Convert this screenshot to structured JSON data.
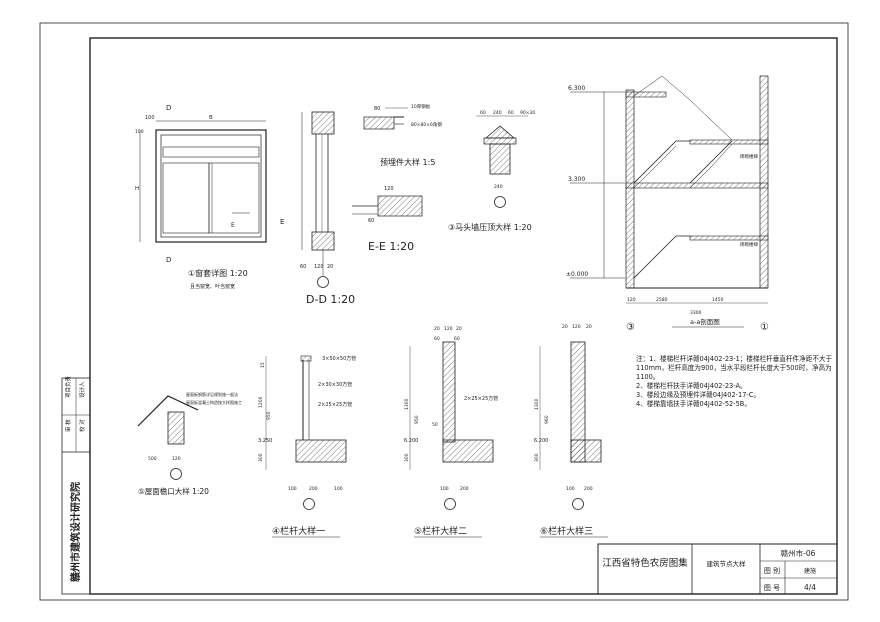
{
  "sheet": {
    "company": "赣州市建筑设计研究院",
    "roles": [
      "项目负责",
      "审 核",
      "设计人",
      "校 对"
    ],
    "atlas_title": "江西省特色农房图集",
    "drawing_title": "建筑节点大样",
    "code_label": "赣州市-06",
    "category_label": "图 别",
    "category_value": "建施",
    "number_label": "图 号",
    "number_value": "4/4"
  },
  "details": {
    "window": {
      "title": "①窗套详图 1:20",
      "note": "且当窗宽、叶当窗宽",
      "dim_top": "100",
      "dim_w": "B",
      "dim_h": "H",
      "dim_side": "100",
      "cut": "E",
      "section": "D"
    },
    "dd": {
      "title": "D-D 1:20",
      "dims": [
        "60",
        "120",
        "20"
      ]
    },
    "embed": {
      "title": "预埋件大样 1:5",
      "dims": [
        "80",
        "10厚钢板",
        "80×80×6角钢"
      ]
    },
    "ee": {
      "title": "E-E 1:20",
      "dims": [
        "120",
        "60"
      ]
    },
    "horsehead": {
      "title": "③马头墙压顶大样 1:20",
      "dims": [
        "60",
        "240",
        "60",
        "90×30",
        "240"
      ]
    },
    "eave": {
      "title": "⑤屋面檐口大样 1:20",
      "dims": [
        "500",
        "120"
      ],
      "note1": "屋面板钢筋详见规划施一般法",
      "note2": "屋面板混凝土构造按大样图施工"
    },
    "rail1": {
      "title": "④栏杆大样一",
      "pipes": [
        "3×50×50方管",
        "2×30×30方管",
        "2×25×25方管"
      ],
      "level": "3.250",
      "dims": [
        "15",
        "1200",
        "950",
        "300",
        "100",
        "200",
        "100"
      ]
    },
    "rail2": {
      "title": "⑤栏杆大样二",
      "pipes": [
        "2×25×25方管"
      ],
      "level": "6.200",
      "dims": [
        "20",
        "120",
        "20",
        "60",
        "60",
        "1300",
        "950",
        "50",
        "300",
        "100",
        "200"
      ]
    },
    "rail3": {
      "title": "⑥栏杆大样三",
      "level": "6.200",
      "dims": [
        "20",
        "120",
        "20",
        "1300",
        "960",
        "300",
        "100",
        "200"
      ]
    },
    "section": {
      "title": "a-a剖面图",
      "levels": [
        "6.300",
        "3.300",
        "±0.000"
      ],
      "axis_left": "③",
      "axis_right": "①",
      "dims": [
        "120",
        "2580",
        "1450",
        "3300"
      ],
      "label": "砖砌楼梯"
    }
  },
  "notes": [
    "注：1、楼梯栏杆详赣04J402-23-1；楼梯栏杆垂直杆件净距不大于110mm，栏杆高度为900，当水平段栏杆长度大于500时，净高为1100。",
    "2、楼梯栏杆扶手详赣04J402-23-A。",
    "3、楼段边缘及预埋件详赣04J402-17-C。",
    "4、楼梯靠墙扶手详赣04J402-52-5B。"
  ]
}
